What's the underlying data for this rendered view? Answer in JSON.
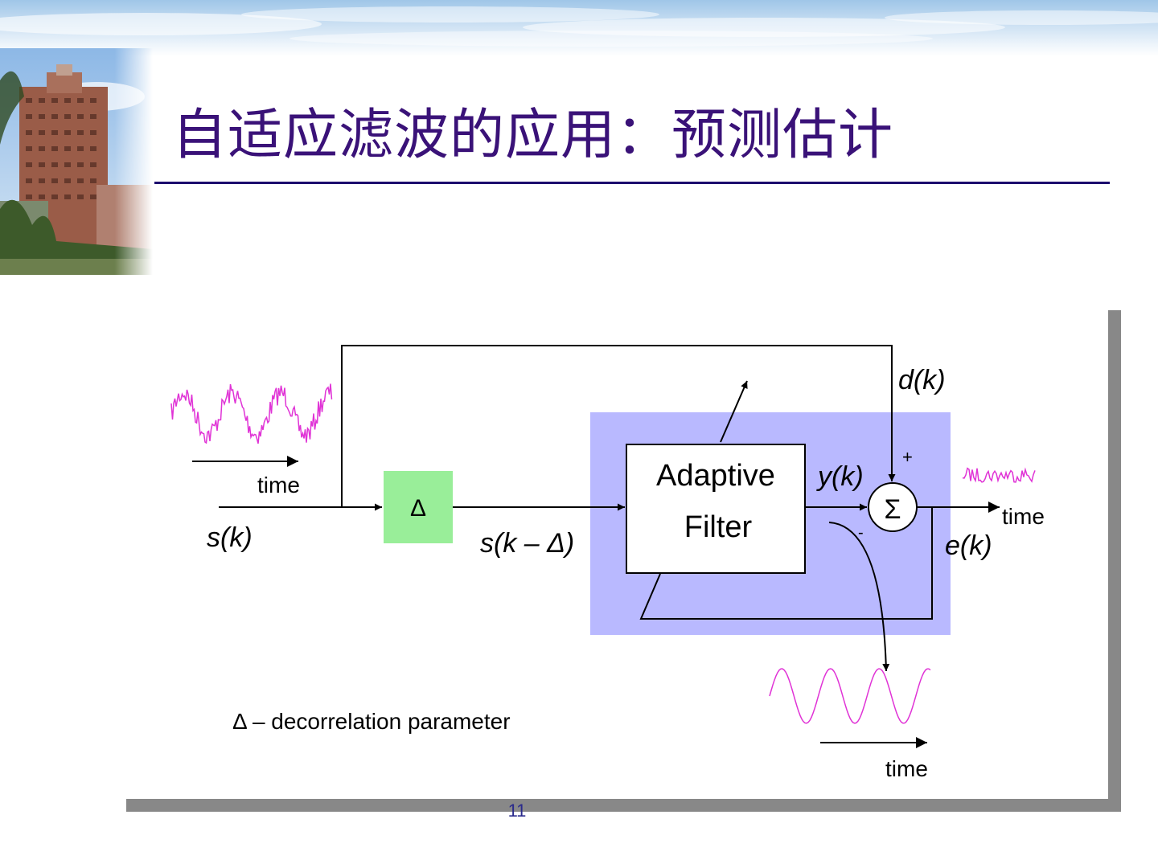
{
  "slide": {
    "title": "自适应滤波的应用：预测估计",
    "page_number": "11"
  },
  "diagram": {
    "labels": {
      "input_signal": "s(k)",
      "delay_block": "Δ",
      "delayed_signal": "s(k – Δ)",
      "filter_line1": "Adaptive",
      "filter_line2": "Filter",
      "filter_output": "y(k)",
      "desired": "d(k)",
      "summer": "Σ",
      "plus_sign": "+",
      "minus_sign": "-",
      "error": "e(k)",
      "time_input": "time",
      "time_output": "time",
      "time_prediction": "time",
      "legend": "Δ – decorrelation parameter"
    },
    "colors": {
      "adaptive_region": "#b9b9ff",
      "delay_block": "#99ee99",
      "waveform": "#e033d6",
      "lines": "#000000"
    }
  }
}
